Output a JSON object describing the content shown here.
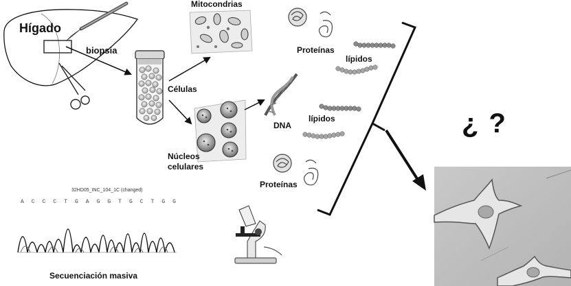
{
  "labels": {
    "liver": "Hígado",
    "biopsy": "biopsia",
    "cells": "Células",
    "mitochondria": "Mitocondrias",
    "nuclei_line1": "Núcleos",
    "nuclei_line2": "celulares",
    "proteins_top": "Proteínas",
    "lipids_top": "lípidos",
    "dna": "DNA",
    "lipids_mid": "lípidos",
    "proteins_bottom": "Proteínas",
    "question": "¿ ?",
    "sequencing": "Secuenciación masiva",
    "chromatogram_id": "32HD05_INC_104_1C (changed)"
  },
  "sequence_bases": [
    "A",
    "C",
    "C",
    "C",
    "T",
    "G",
    "A",
    "G",
    "G",
    "T",
    "G",
    "C",
    "T",
    "G",
    "G"
  ],
  "icons": {
    "scalpel": "scalpel-icon",
    "scissors": "scissors-icon",
    "microscope": "microscope-icon",
    "tube": "test-tube-icon"
  }
}
